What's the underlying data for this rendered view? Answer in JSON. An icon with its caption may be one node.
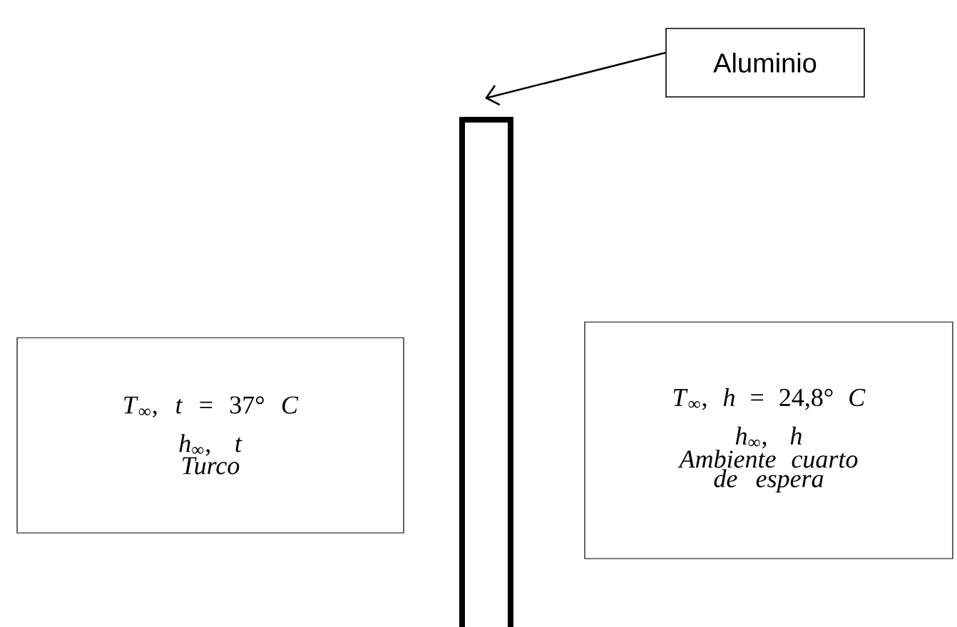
{
  "diagram": {
    "nodes": [
      {
        "text": [
          "Aluminio"
        ]
      },
      {
        "text": [],
        "shape": "bar"
      },
      {
        "text": [
          "*T*$_{∞}$, *t* = 37° *C*",
          "*h*$_{∞}$, *t*",
          "Turco"
        ]
      },
      {
        "text": [
          "*T*$_{∞}$, *h* = 24,8° *C*",
          "*h*$_{∞}$, *h*",
          "Ambiente cuarto de espera"
        ]
      }
    ],
    "edges": [
      {
        "from": 0,
        "to": 1,
        "arrow": "to"
      }
    ]
  }
}
